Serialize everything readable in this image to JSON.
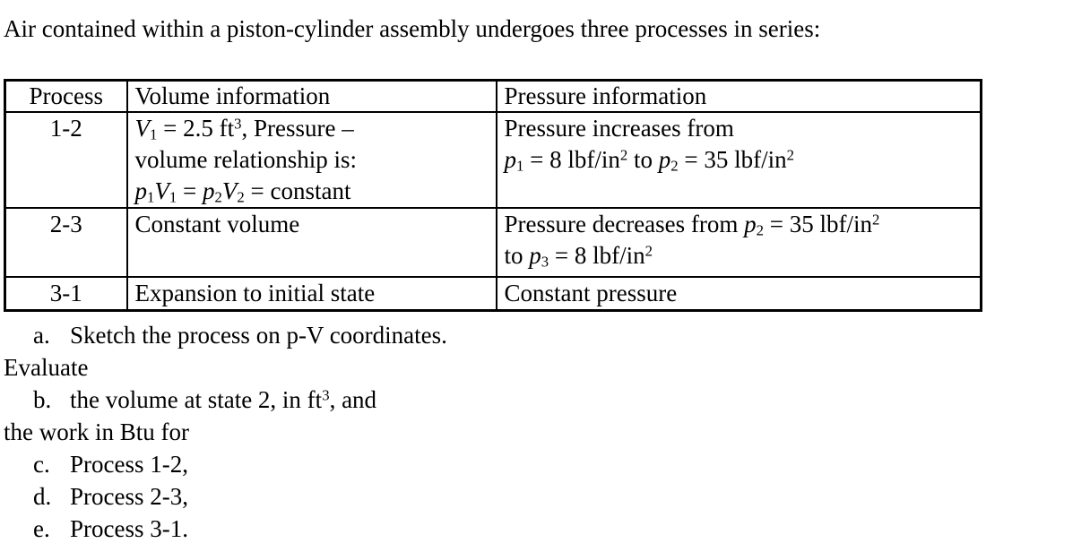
{
  "title": "Air contained within a piston-cylinder assembly undergoes three processes in series:",
  "table": {
    "headers": [
      "Process",
      "Volume information",
      "Pressure information"
    ],
    "rows": [
      {
        "process": "1-2",
        "volume_lines": [
          [
            {
              "t": "V",
              "s": "i"
            },
            {
              "t": "1",
              "s": "sub"
            },
            " = 2.5 ft",
            {
              "t": "3",
              "s": "sup"
            },
            ", Pressure –"
          ],
          [
            "volume relationship is:"
          ],
          [
            {
              "t": "p",
              "s": "i"
            },
            {
              "t": "1",
              "s": "sub"
            },
            {
              "t": "V",
              "s": "i"
            },
            {
              "t": "1",
              "s": "sub"
            },
            " = ",
            {
              "t": "p",
              "s": "i"
            },
            {
              "t": "2",
              "s": "sub"
            },
            {
              "t": "V",
              "s": "i"
            },
            {
              "t": "2",
              "s": "sub"
            },
            " = constant"
          ]
        ],
        "pressure_lines": [
          [
            "Pressure increases from"
          ],
          [
            {
              "t": "p",
              "s": "i"
            },
            {
              "t": "1",
              "s": "sub"
            },
            " = 8 lbf/in",
            {
              "t": "2",
              "s": "sup"
            },
            " to ",
            {
              "t": "p",
              "s": "i"
            },
            {
              "t": "2",
              "s": "sub"
            },
            " = 35 lbf/in",
            {
              "t": "2",
              "s": "sup"
            }
          ]
        ]
      },
      {
        "process": "2-3",
        "volume_lines": [
          [
            "Constant volume"
          ]
        ],
        "pressure_lines": [
          [
            "Pressure decreases from ",
            {
              "t": "p",
              "s": "i"
            },
            {
              "t": "2",
              "s": "sub"
            },
            " = 35 lbf/in",
            {
              "t": "2",
              "s": "sup"
            }
          ],
          [
            "to ",
            {
              "t": "p",
              "s": "i"
            },
            {
              "t": "3",
              "s": "sub"
            },
            " = 8 lbf/in",
            {
              "t": "2",
              "s": "sup"
            }
          ]
        ]
      },
      {
        "process": "3-1",
        "volume_lines": [
          [
            "Expansion to initial state"
          ]
        ],
        "pressure_lines": [
          [
            "Constant pressure"
          ]
        ]
      }
    ]
  },
  "body": [
    {
      "label": "a.",
      "lines": [
        [
          "Sketch the process on p-V coordinates."
        ]
      ]
    },
    {
      "label": "",
      "lines": [
        [
          "Evaluate"
        ]
      ]
    },
    {
      "label": "b.",
      "lines": [
        [
          "the volume at state 2, in ft",
          {
            "t": "3",
            "s": "sup"
          },
          ", and"
        ]
      ]
    },
    {
      "label": "",
      "lines": [
        [
          "the work in Btu for"
        ]
      ]
    },
    {
      "label": "c.",
      "lines": [
        [
          "Process 1-2,"
        ]
      ]
    },
    {
      "label": "d.",
      "lines": [
        [
          "Process 2-3,"
        ]
      ]
    },
    {
      "label": "e.",
      "lines": [
        [
          "Process 3-1."
        ]
      ]
    }
  ]
}
